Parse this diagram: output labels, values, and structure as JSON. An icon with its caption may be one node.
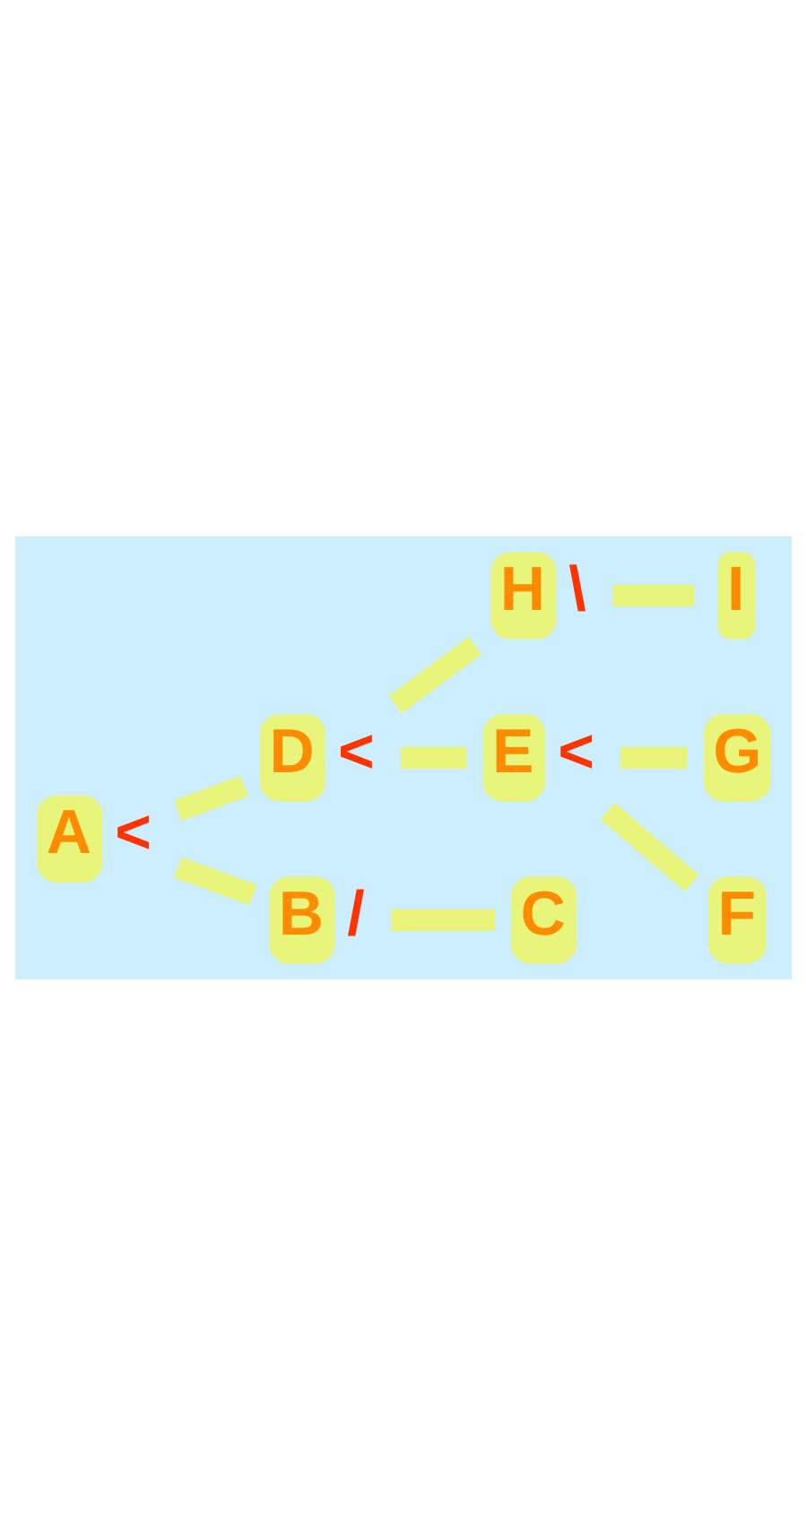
{
  "diagram": {
    "nodes": [
      {
        "text": [
          "H"
        ],
        "beside": [
          "\\"
        ]
      },
      {
        "text": [
          "I"
        ]
      },
      {
        "text": [
          "D"
        ],
        "beside": [
          "<"
        ]
      },
      {
        "text": [
          "G"
        ]
      },
      {
        "text": [
          "E"
        ],
        "beside": [
          "<"
        ]
      },
      {
        "text": [
          "F"
        ]
      },
      {
        "text": [
          "A"
        ],
        "beside": [
          "<"
        ]
      },
      {
        "text": [
          "C"
        ]
      },
      {
        "text": [
          "B"
        ],
        "beside": [
          "/"
        ]
      }
    ],
    "edges": [
      {
        "from": 6,
        "to": 2,
        "arrow": "none"
      },
      {
        "from": 6,
        "to": 8,
        "arrow": "none"
      },
      {
        "from": 8,
        "to": 7,
        "arrow": "none"
      },
      {
        "from": 2,
        "to": 0,
        "arrow": "none"
      },
      {
        "from": 2,
        "to": 4,
        "arrow": "none"
      },
      {
        "from": 0,
        "to": 1,
        "arrow": "none"
      },
      {
        "from": 4,
        "to": 3,
        "arrow": "none"
      },
      {
        "from": 4,
        "to": 5,
        "arrow": "none"
      }
    ]
  }
}
